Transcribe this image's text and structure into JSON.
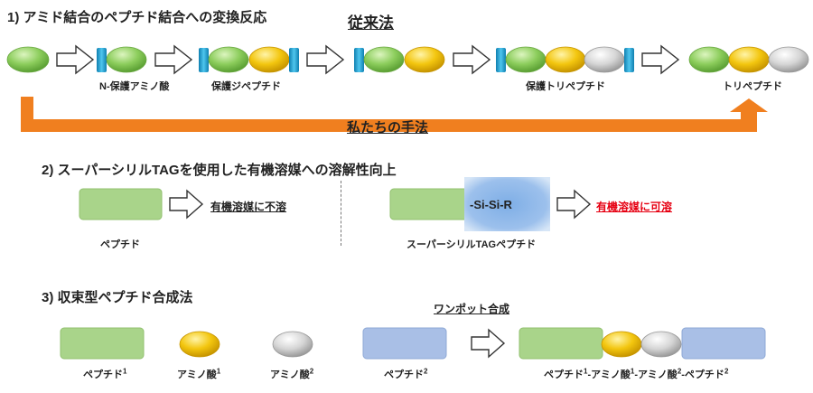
{
  "section1": {
    "title": "1) アミド結合のペプチド結合への変換反応",
    "conventional": "従来法",
    "labels": {
      "n_protected_aa": "N-保護アミノ酸",
      "protected_dipeptide": "保護ジペプチド",
      "protected_tripeptide": "保護トリペプチド",
      "tripeptide": "トリペプチド"
    },
    "our_method": "私たちの手法"
  },
  "section2": {
    "title": "2) スーパーシリルTAGを使用した有機溶媒への溶解性向上",
    "peptide": "ペプチド",
    "insoluble": "有機溶媒に不溶",
    "tag_text": "-Si-Si-R",
    "tag_peptide": "スーパーシリルTAGペプチド",
    "soluble": "有機溶媒に可溶"
  },
  "section3": {
    "title": "3) 収束型ペプチド合成法",
    "one_pot": "ワンポット合成",
    "peptide": "ペプチド",
    "amino_acid": "アミノ酸",
    "sup1": "1",
    "sup2": "2",
    "result_parts": [
      "ペプチド",
      "1",
      "-アミノ酸",
      "1",
      "-アミノ酸",
      "2",
      "-ペプチド",
      "2"
    ]
  },
  "colors": {
    "green": "#8ccd5c",
    "yellow": "#f3c60f",
    "gray": "#d6d6d6",
    "blue_cap": "#22a7d6",
    "orange": "#f07f1f",
    "light_green_box": "#a9d48a",
    "light_blue_box": "#a9bfe6",
    "tag_blue": "#7eaee6",
    "red": "#e60012"
  },
  "icons": [
    "arrow-right-icon",
    "orange-bent-arrow-icon"
  ]
}
